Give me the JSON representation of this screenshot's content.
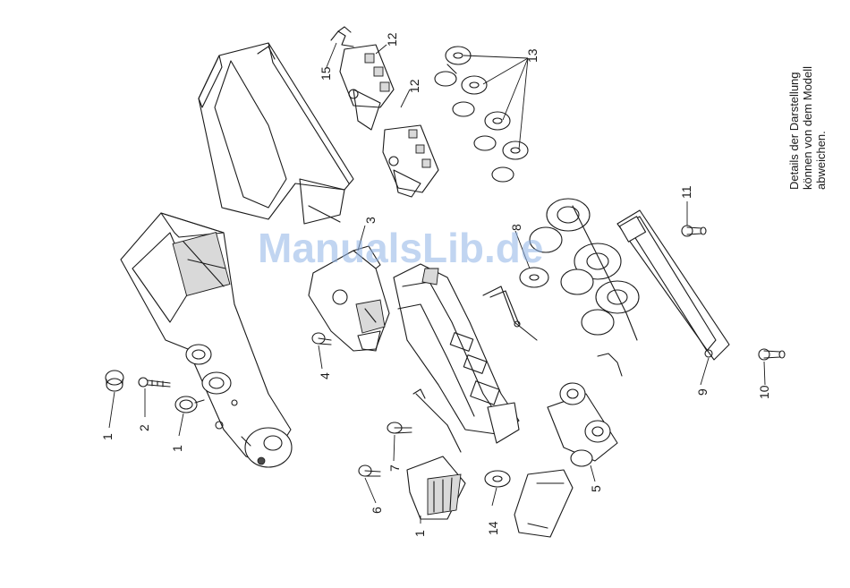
{
  "watermark": "ManualsLib.de",
  "note": {
    "line1": "Details der Darstellung",
    "line2": "können von dem Modell",
    "line3": "abweichen."
  },
  "callouts": {
    "c1_left": "1",
    "c2": "2",
    "c1_mid": "1",
    "c3": "3",
    "c4": "4",
    "c5": "5",
    "c6": "6",
    "c7": "7",
    "c8": "8",
    "c9": "9",
    "c10": "10",
    "c11": "11",
    "c12_top": "12",
    "c12_mid": "12",
    "c13": "13",
    "c14": "14",
    "c15": "15",
    "c1_bottom": "1"
  }
}
